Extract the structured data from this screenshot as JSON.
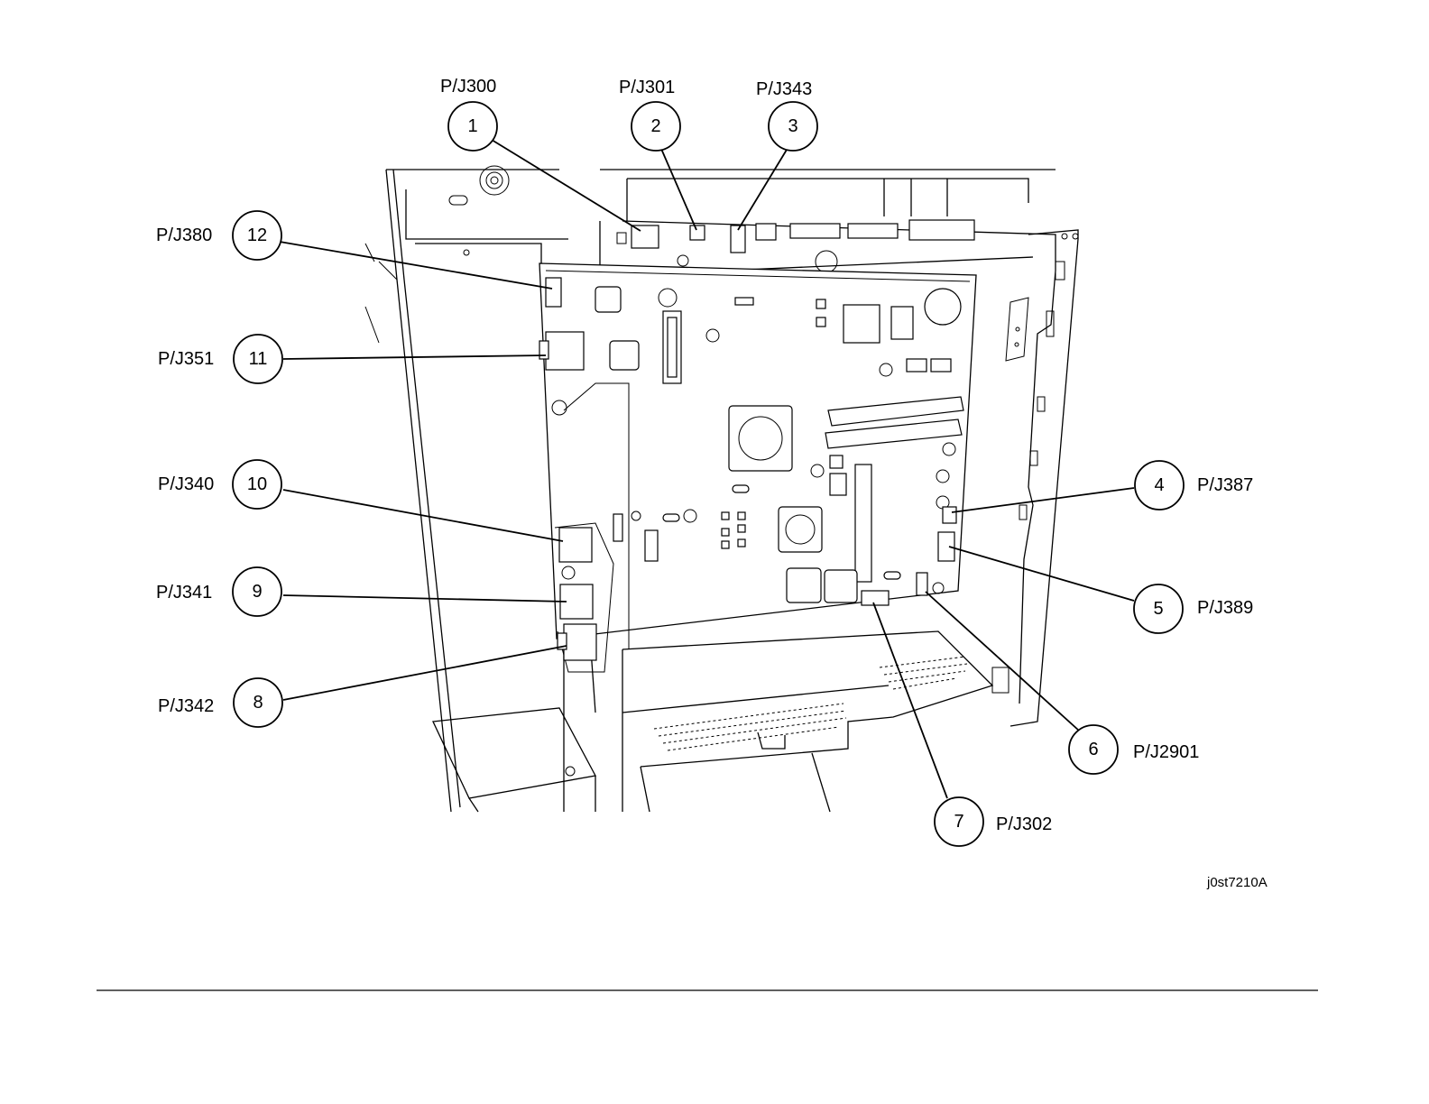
{
  "callouts": [
    {
      "num": "1",
      "label": "P/J300"
    },
    {
      "num": "2",
      "label": "P/J301"
    },
    {
      "num": "3",
      "label": "P/J343"
    },
    {
      "num": "4",
      "label": "P/J387"
    },
    {
      "num": "5",
      "label": "P/J389"
    },
    {
      "num": "6",
      "label": "P/J2901"
    },
    {
      "num": "7",
      "label": "P/J302"
    },
    {
      "num": "8",
      "label": "P/J342"
    },
    {
      "num": "9",
      "label": "P/J341"
    },
    {
      "num": "10",
      "label": "P/J340"
    },
    {
      "num": "11",
      "label": "P/J351"
    },
    {
      "num": "12",
      "label": "P/J380"
    }
  ],
  "figure_id": "j0st7210A"
}
